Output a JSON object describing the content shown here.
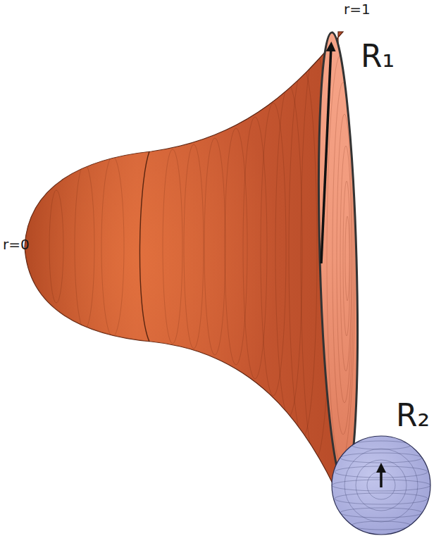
{
  "diagram": {
    "labels": [
      "r=1",
      "R₁",
      "r=0",
      "R₂"
    ]
  }
}
